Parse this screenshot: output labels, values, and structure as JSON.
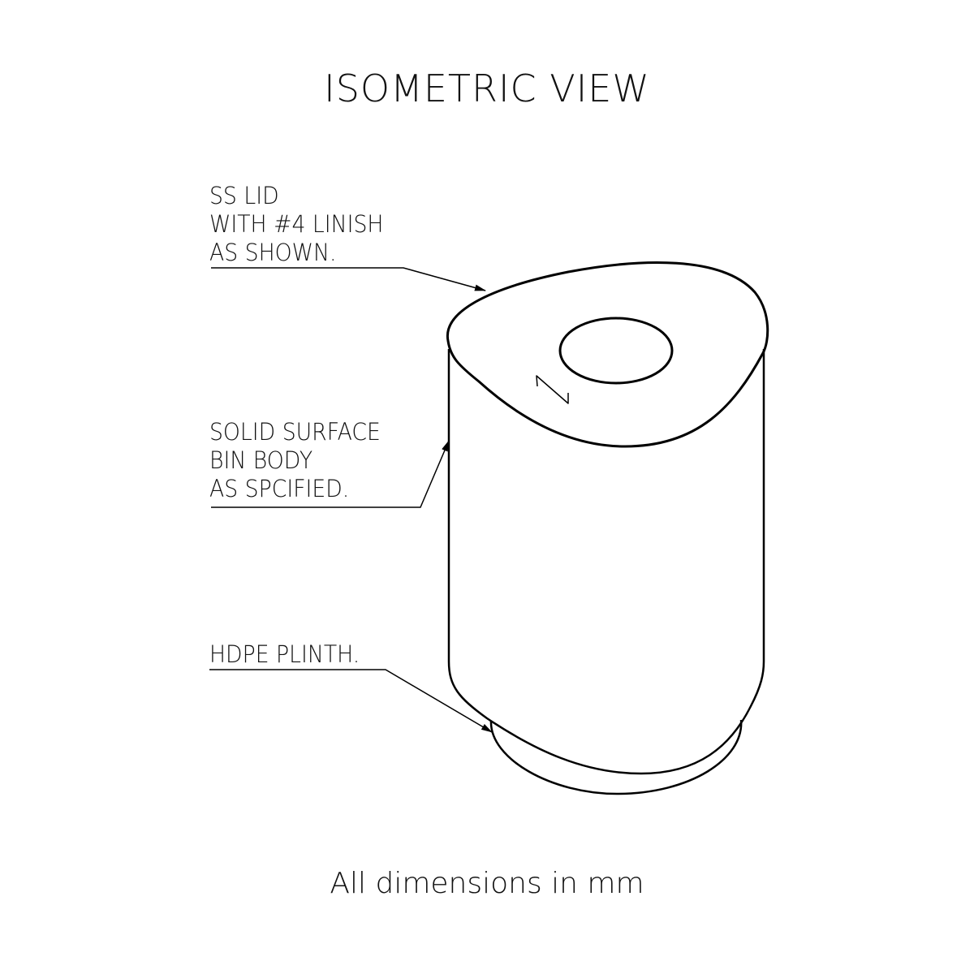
{
  "title": "ISOMETRIC VIEW",
  "callouts": {
    "lid": [
      "SS LID",
      "WITH #4 LINISH",
      "AS SHOWN."
    ],
    "body": [
      "SOLID SURFACE",
      "BIN BODY",
      "AS SPCIFIED."
    ],
    "plinth": [
      "HDPE PLINTH."
    ]
  },
  "footer": "All dimensions in mm",
  "colors": {
    "line": "#000000",
    "background": "#ffffff"
  }
}
